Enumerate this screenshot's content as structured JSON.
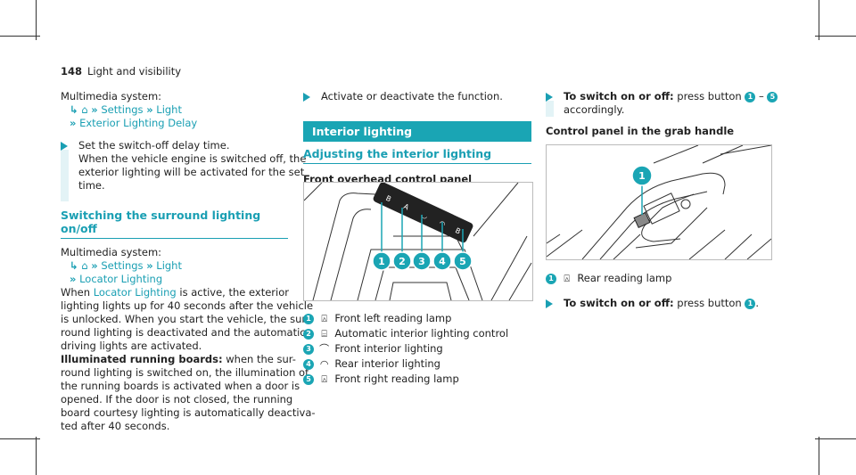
{
  "header": {
    "page_number": "148",
    "section": "Light and visibility"
  },
  "col1": {
    "block1": {
      "system_label": "Multimedia system:",
      "home_icon": "home-icon",
      "path1": "Settings",
      "path2": "Light",
      "path3": "Exterior Lighting Delay",
      "step1": "Set the switch-off delay time.",
      "step1_detail_lines": [
        "When the vehicle engine is switched off, the",
        "exterior lighting will be activated for the set",
        "time."
      ]
    },
    "heading2": "Switching the surround lighting on/off",
    "block2": {
      "system_label": "Multimedia system:",
      "path1": "Settings",
      "path2": "Light",
      "path3": "Locator Lighting",
      "para_lines": [
        [
          "When ",
          "Locator Lighting",
          " is active, the exterior"
        ],
        "lighting lights up for 40 seconds after the vehicle",
        "is unlocked. When you start the vehicle, the sur-",
        "round lighting is deactivated and the automatic",
        "driving lights are activated."
      ],
      "illum_label": "Illuminated running boards:",
      "illum_lines": [
        " when the sur-",
        "round lighting is switched on, the illumination of",
        "the running boards is activated when a door is",
        "opened. If the door is not closed, the running",
        "board courtesy lighting is automatically deactiva-",
        "ted after 40 seconds."
      ]
    }
  },
  "col2": {
    "step": "Activate or deactivate the function.",
    "bar_title": "Interior lighting",
    "heading": "Adjusting the interior lighting",
    "subheading": "Front overhead control panel",
    "figure_callouts": [
      "1",
      "2",
      "3",
      "4",
      "5"
    ],
    "legend": [
      {
        "num": "1",
        "icon": "reading-lamp-icon",
        "text": "Front left reading lamp"
      },
      {
        "num": "2",
        "icon": "auto-light-icon",
        "text": "Automatic interior lighting control"
      },
      {
        "num": "3",
        "icon": "front-interior-icon",
        "text": "Front interior lighting"
      },
      {
        "num": "4",
        "icon": "rear-interior-icon",
        "text": "Rear interior lighting"
      },
      {
        "num": "5",
        "icon": "reading-lamp-icon",
        "text": "Front right reading lamp"
      }
    ]
  },
  "col3": {
    "step_label": "To switch on or off:",
    "step_text": " press button ",
    "step_from": "1",
    "step_dash": " – ",
    "step_to": "5",
    "step_line2": "accordingly.",
    "subheading": "Control panel in the grab handle",
    "figure_callout": "1",
    "legend_num": "1",
    "legend_text": "Rear reading lamp",
    "step2_label": "To switch on or off:",
    "step2_text": " press button ",
    "step2_num": "1",
    "step2_end": "."
  }
}
